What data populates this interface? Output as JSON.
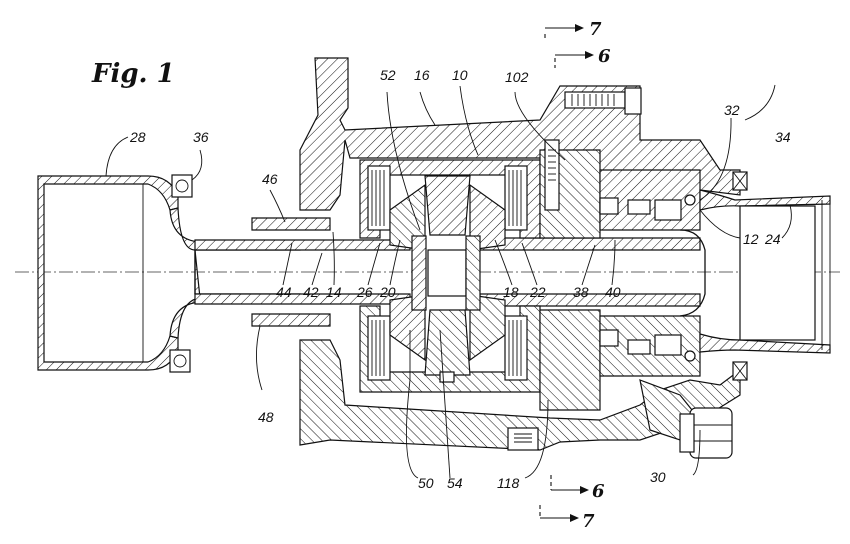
{
  "figure": {
    "title": "Fig. 1",
    "section_markers": [
      {
        "id": "top-7",
        "label": "7"
      },
      {
        "id": "top-6",
        "label": "6"
      },
      {
        "id": "bottom-6",
        "label": "6"
      },
      {
        "id": "bottom-7",
        "label": "7"
      }
    ],
    "reference_numerals": {
      "r28": "28",
      "r36": "36",
      "r46": "46",
      "r52": "52",
      "r16": "16",
      "r10": "10",
      "r102": "102",
      "r32": "32",
      "r34": "34",
      "r12": "12",
      "r24": "24",
      "r44": "44",
      "r42": "42",
      "r14": "14",
      "r26": "26",
      "r20": "20",
      "r18": "18",
      "r22": "22",
      "r38": "38",
      "r40": "40",
      "r48": "48",
      "r50": "50",
      "r54": "54",
      "r118": "118",
      "r30": "30"
    }
  }
}
